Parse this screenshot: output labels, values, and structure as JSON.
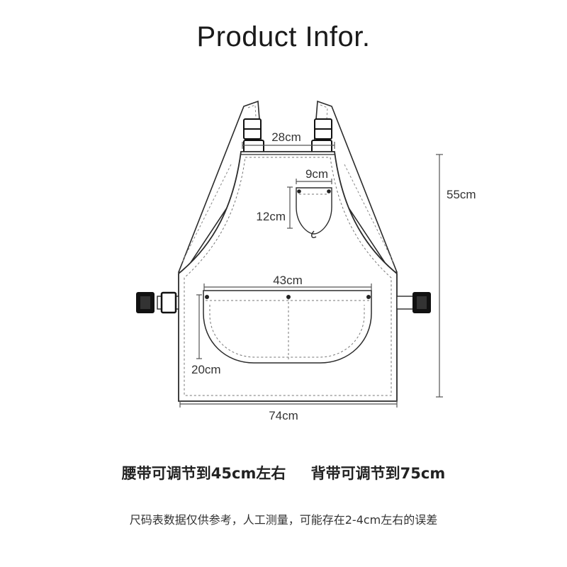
{
  "title": "Product Infor.",
  "dimensions": {
    "strap_gap": "28cm",
    "small_pocket_width": "9cm",
    "small_pocket_height": "12cm",
    "height": "55cm",
    "big_pocket_width": "43cm",
    "big_pocket_height": "20cm",
    "width": "74cm"
  },
  "caption": {
    "waist": "腰带可调节到45cm左右",
    "back": "背带可调节到75cm",
    "note": "尺码表数据仅供参考，人工测量，可能存在2-4cm左右的误差"
  },
  "colors": {
    "outline": "#2b2b2b",
    "stitch": "#777777",
    "buckle": "#111111",
    "dimension_line": "#555555"
  }
}
